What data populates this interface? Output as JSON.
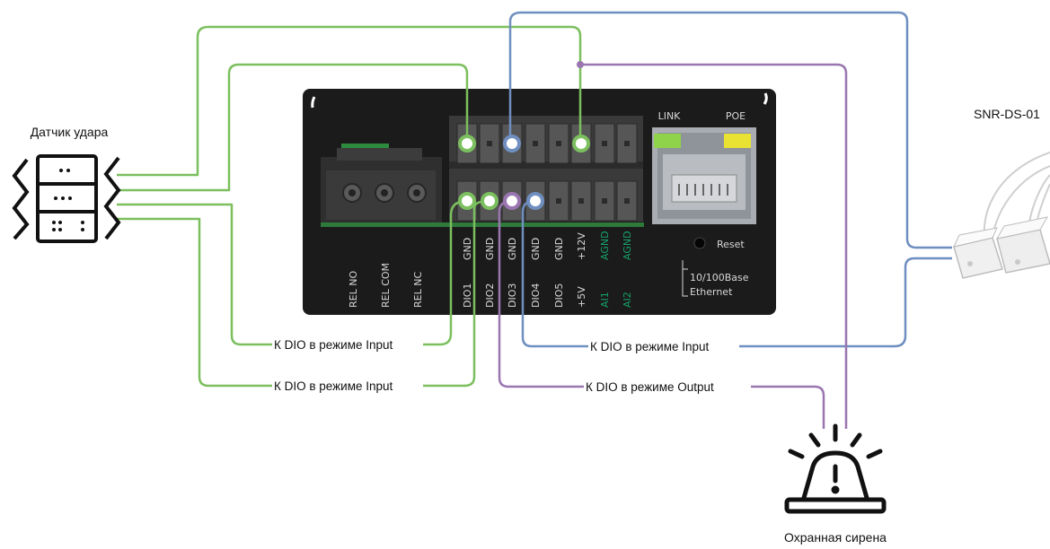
{
  "labels": {
    "shock_sensor": "Датчик удара",
    "magnet_sensor": "SNR-DS-01",
    "siren": "Охранная сирена",
    "wire_dio1": "К DIO в режиме Input",
    "wire_dio2": "К DIO в режиме Input",
    "wire_dio4": "К DIO в режиме Input",
    "wire_dio3": "К DIO в режиме Output"
  },
  "board": {
    "link": "LINK",
    "poe": "POE",
    "reset": "Reset",
    "eth1": "10/100Base",
    "eth2": "Ethernet",
    "relay": [
      "REL NO",
      "REL COM",
      "REL NC"
    ],
    "top_pins": [
      "GND",
      "GND",
      "GND",
      "GND",
      "GND",
      "+12V",
      "AGND",
      "AGND"
    ],
    "bottom_pins": [
      "DIO1",
      "DIO2",
      "DIO3",
      "DIO4",
      "DIO5",
      "+5V",
      "AI1",
      "AI2"
    ]
  },
  "colors": {
    "green": "#7bbf5e",
    "blue": "#6f8fc0",
    "purple": "#9a76b0",
    "board": "#1b1b1b"
  }
}
